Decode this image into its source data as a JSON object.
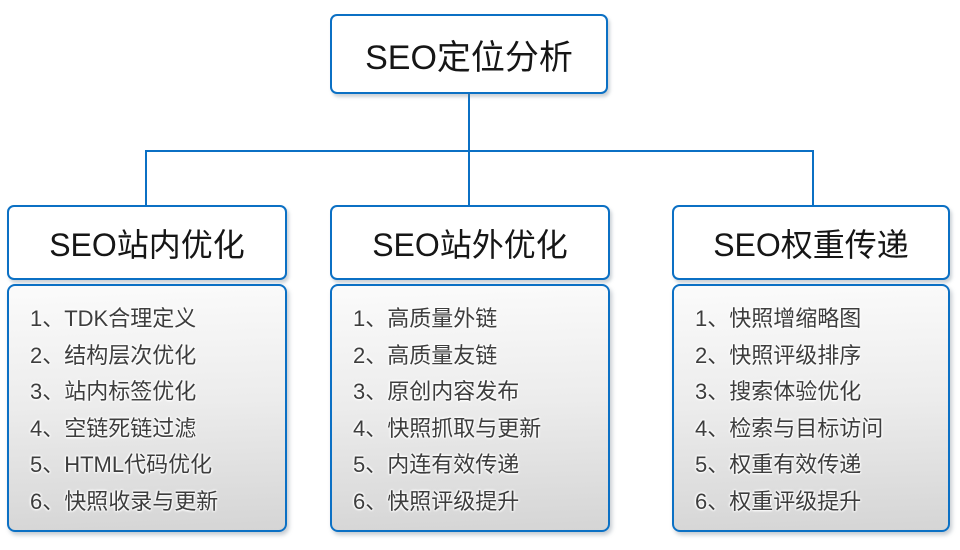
{
  "colors": {
    "accent": "#0b70c4",
    "item_text": "#3d3d3d",
    "list_gradient_top": "#fbfbfb",
    "list_gradient_bottom": "#d5d5d5"
  },
  "root": {
    "label": "SEO定位分析"
  },
  "branches": [
    {
      "title": "SEO站内优化",
      "items": [
        "1、TDK合理定义",
        "2、结构层次优化",
        "3、站内标签优化",
        "4、空链死链过滤",
        "5、HTML代码优化",
        "6、快照收录与更新"
      ]
    },
    {
      "title": "SEO站外优化",
      "items": [
        "1、高质量外链",
        "2、高质量友链",
        "3、原创内容发布",
        "4、快照抓取与更新",
        "5、内连有效传递",
        "6、快照评级提升"
      ]
    },
    {
      "title": "SEO权重传递",
      "items": [
        "1、快照增缩略图",
        "2、快照评级排序",
        "3、搜索体验优化",
        "4、检索与目标访问",
        "5、权重有效传递",
        "6、权重评级提升"
      ]
    }
  ]
}
